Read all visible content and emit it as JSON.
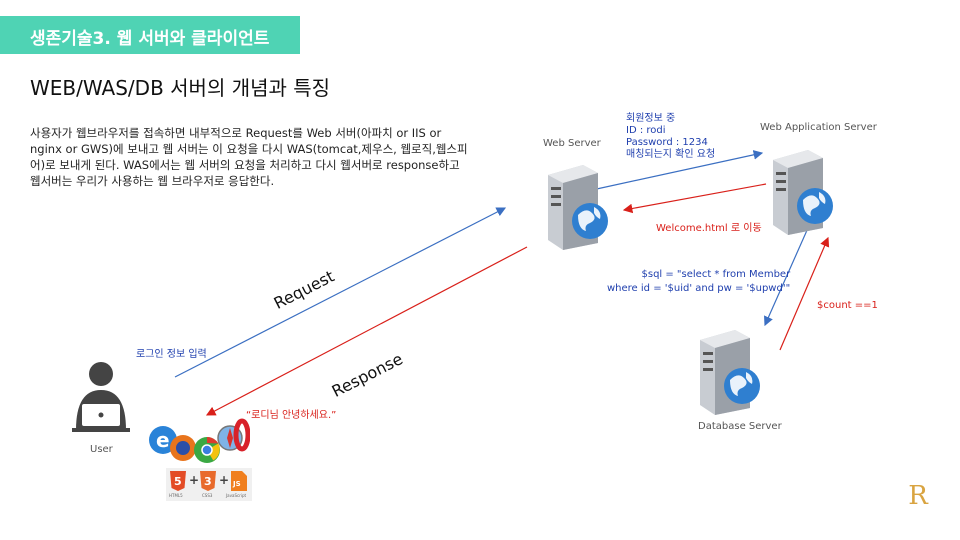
{
  "header": {
    "title": "생존기술3. 웹 서버와 클라이언트"
  },
  "subtitle": "WEB/WAS/DB 서버의 개념과 특징",
  "description": "사용자가 웹브라우저를 접속하면 내부적으로 Request를 Web 서버(아파치 or IIS or nginx or GWS)에 보내고 웹 서버는 이 요청을 다시 WAS(tomcat,제우스, 웹로직,웹스피어)로 보내게 된다. WAS에서는 웹 서버의 요청을 처리하고 다시 웹서버로 response하고 웹서버는 우리가 사용하는 웹 브라우저로 응답한다.",
  "nodes": {
    "web_server": "Web Server",
    "was": "Web Application Server",
    "db": "Database Server",
    "user": "User"
  },
  "annotations": {
    "was_note": [
      "회원정보 중",
      "ID : rodi",
      "Password : 1234",
      "매칭되는지 확인 요청"
    ],
    "welcome": "Welcome.html 로 이동",
    "sql": [
      "$sql = \"select * from Member",
      "where id = '$uid' and pw = '$upwd'\""
    ],
    "count": "$count ==1",
    "login_input": "로그인 정보 입력",
    "greeting": "“로디님 안녕하세요.”",
    "request": "Request",
    "response": "Response"
  },
  "tech_badges": [
    "HTML5",
    "CSS3",
    "JavaScript"
  ],
  "logo": "R"
}
